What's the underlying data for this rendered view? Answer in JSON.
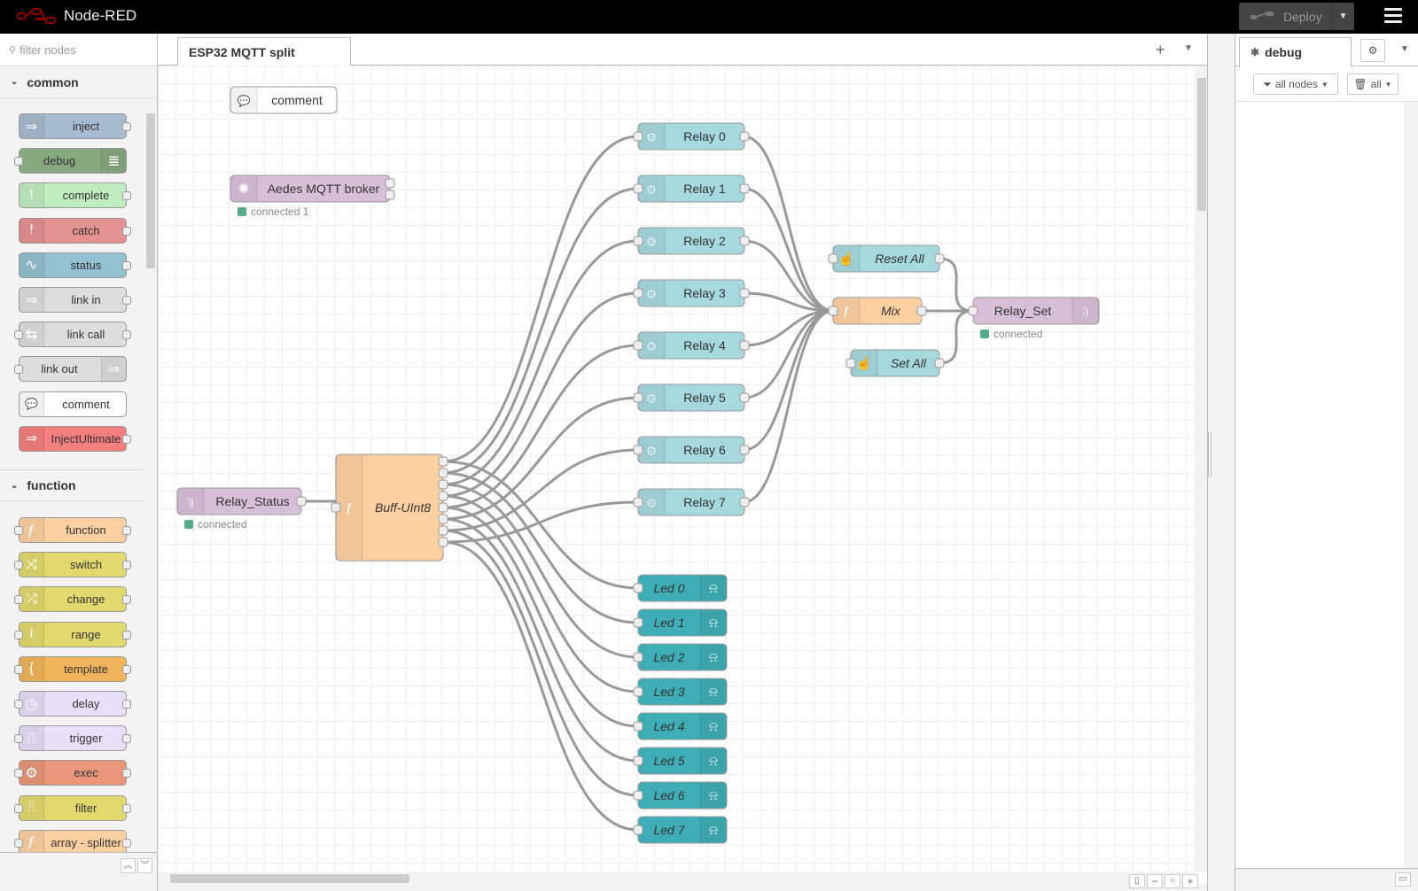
{
  "header": {
    "app_title": "Node-RED",
    "deploy_label": "Deploy"
  },
  "palette": {
    "search_placeholder": "filter nodes",
    "categories": [
      {
        "name": "common",
        "nodes": [
          "inject",
          "debug",
          "complete",
          "catch",
          "status",
          "link in",
          "link call",
          "link out",
          "comment",
          "InjectUltimate"
        ]
      },
      {
        "name": "function",
        "nodes": [
          "function",
          "switch",
          "change",
          "range",
          "template",
          "delay",
          "trigger",
          "exec",
          "filter",
          "array - splitter"
        ]
      }
    ]
  },
  "workspace": {
    "tab_label": "ESP32 MQTT split"
  },
  "flow": {
    "comment": "comment",
    "broker": {
      "label": "Aedes MQTT broker",
      "status": "connected 1"
    },
    "relay_status": {
      "label": "Relay_Status",
      "status": "connected"
    },
    "func": "Buff-UInt8",
    "relays": [
      "Relay 0",
      "Relay 1",
      "Relay 2",
      "Relay 3",
      "Relay 4",
      "Relay 5",
      "Relay 6",
      "Relay 7"
    ],
    "leds": [
      "Led 0",
      "Led 1",
      "Led 2",
      "Led 3",
      "Led 4",
      "Led 5",
      "Led 6",
      "Led 7"
    ],
    "reset_all": "Reset All",
    "set_all": "Set All",
    "mix": "Mix",
    "relay_set": {
      "label": "Relay_Set",
      "status": "connected"
    }
  },
  "colors": {
    "inject": "#a6bbcf",
    "debug": "#87a980",
    "function": "#fdd0a2",
    "mqtt": "#d8bfd8",
    "dashboard": "#a6d9de",
    "led": "#3fadb5",
    "status_green": "#5a8"
  },
  "sidebar": {
    "tab_label": "debug",
    "filter_nodes": "all nodes",
    "filter_all": "all"
  }
}
